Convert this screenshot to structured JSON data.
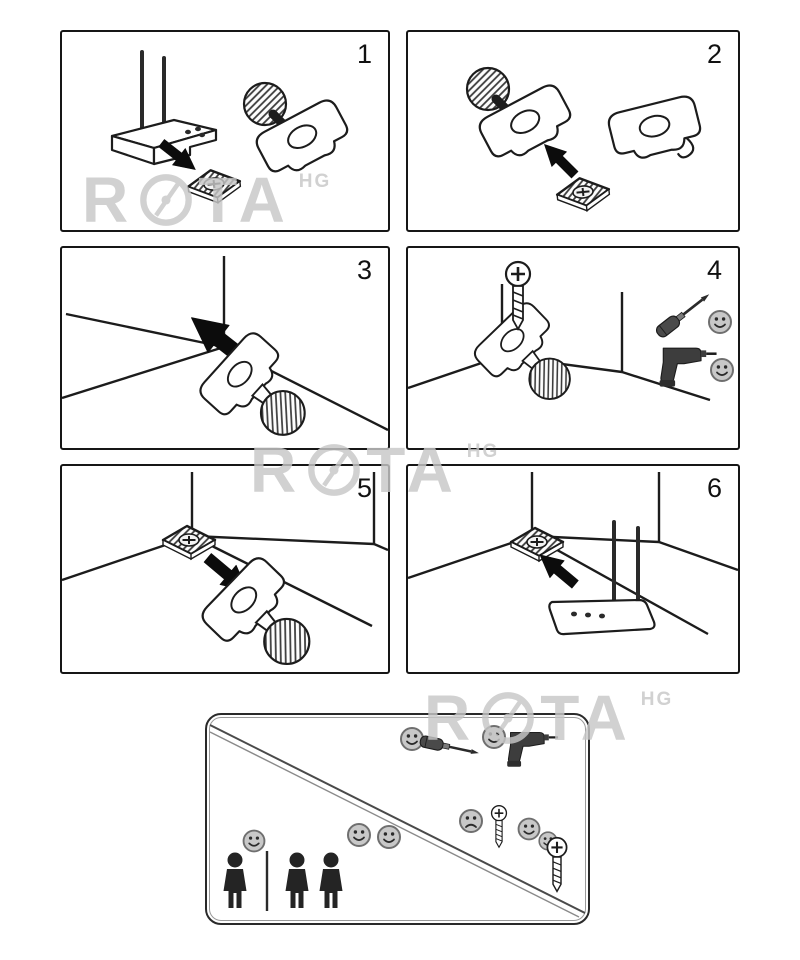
{
  "watermark": {
    "left": "R",
    "right": "TA",
    "suffix": "HG",
    "full": "ROTA",
    "color": "#c7c7c7"
  },
  "steps": [
    {
      "number": "1"
    },
    {
      "number": "2"
    },
    {
      "number": "3"
    },
    {
      "number": "4"
    },
    {
      "number": "5"
    },
    {
      "number": "6"
    }
  ],
  "colors": {
    "line": "#1c1c1c",
    "panel_border": "#161616",
    "watermark": "#c7c7c7",
    "tool_dark": "#3d3d3d",
    "face_gray": "#c8c8c8",
    "arrow_black": "#0c0c0c"
  },
  "icons": {
    "smiley-icon": "☺",
    "sad-face-icon": "☹",
    "person-icon": "silhouette figure",
    "arrow-icon": "➤",
    "screw-icon": "phillips screw",
    "screwdriver-icon": "screwdriver",
    "drill-icon": "power drill",
    "mounting-plate-icon": "square plate with phillips screw",
    "knob-bolt-icon": "hatched round knob on clamp bracket",
    "pin-bracket-icon": "bracket with two pins",
    "rota-logo-o-icon": "circle with diagonal hand"
  }
}
